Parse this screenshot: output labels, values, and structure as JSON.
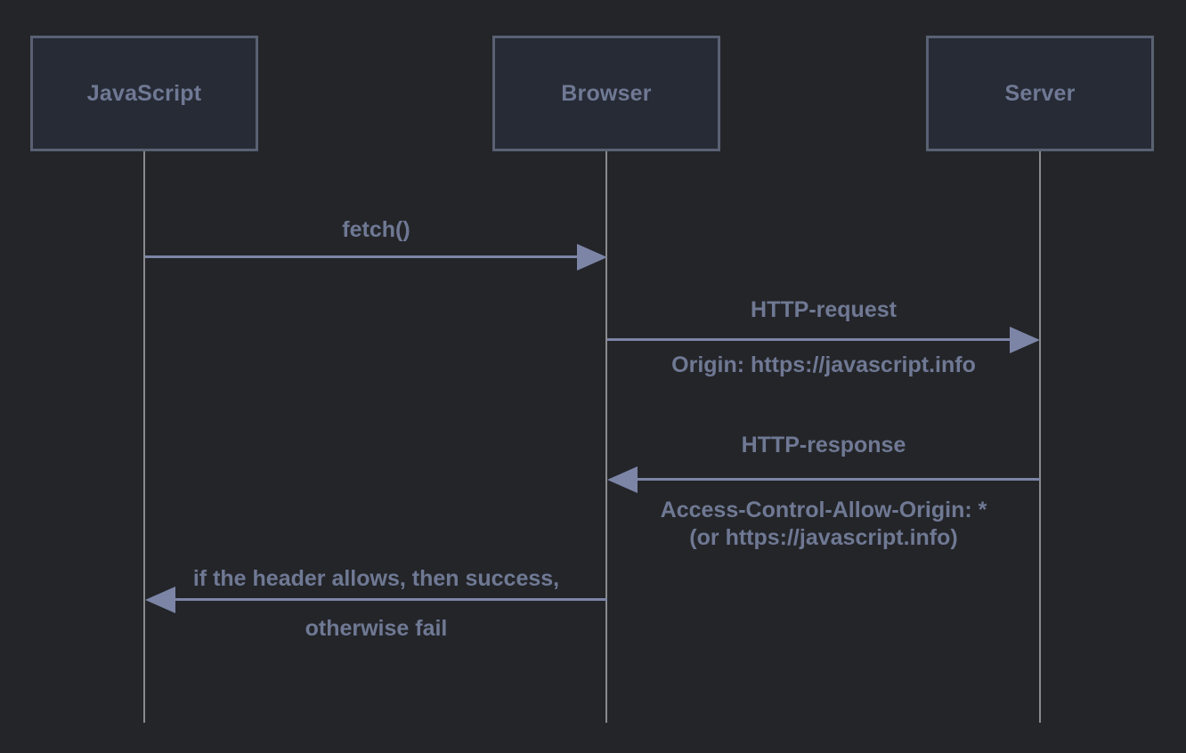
{
  "actors": [
    {
      "label": "JavaScript"
    },
    {
      "label": "Browser"
    },
    {
      "label": "Server"
    }
  ],
  "messages": [
    {
      "label": "fetch()",
      "from": "JavaScript",
      "to": "Browser",
      "direction": "right"
    },
    {
      "label": "HTTP-request",
      "sublabel": "Origin: https://javascript.info",
      "from": "Browser",
      "to": "Server",
      "direction": "right"
    },
    {
      "label": "HTTP-response",
      "sublabel_line1": "Access-Control-Allow-Origin: *",
      "sublabel_line2": "(or https://javascript.info)",
      "from": "Server",
      "to": "Browser",
      "direction": "left"
    },
    {
      "label": "if the header allows, then success,",
      "sublabel": "otherwise fail",
      "from": "Browser",
      "to": "JavaScript",
      "direction": "left"
    }
  ],
  "colors": {
    "background": "#242529",
    "box_fill": "#272b36",
    "box_border": "#5a6173",
    "text": "#6f7994",
    "arrow": "#7c85a6",
    "lifeline": "#8a8a8e"
  }
}
